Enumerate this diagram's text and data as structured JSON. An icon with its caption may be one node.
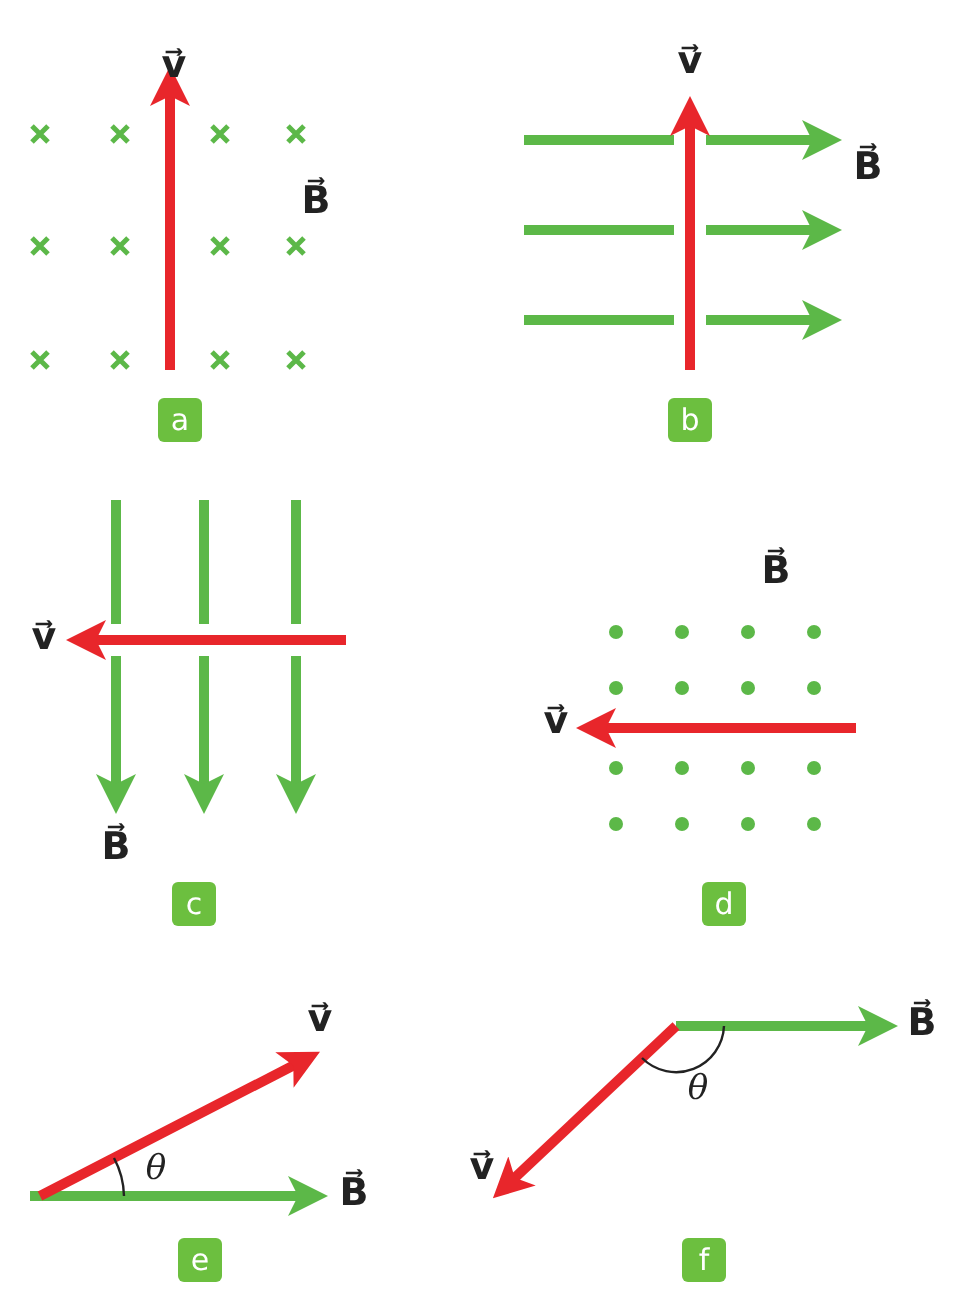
{
  "diagram": {
    "nodes": [
      {
        "text": [
          "a"
        ]
      },
      {
        "text": [
          "b"
        ]
      },
      {
        "text": [
          "c"
        ]
      },
      {
        "text": [
          "d"
        ]
      },
      {
        "text": [
          "e"
        ]
      },
      {
        "text": [
          "f"
        ]
      }
    ],
    "labels": [
      "v⃗",
      "B⃗",
      "v⃗",
      "B⃗",
      "v⃗",
      "B⃗",
      "B⃗",
      "v⃗",
      "v⃗",
      "θ",
      "B⃗",
      "B⃗",
      "θ",
      "v⃗"
    ]
  }
}
